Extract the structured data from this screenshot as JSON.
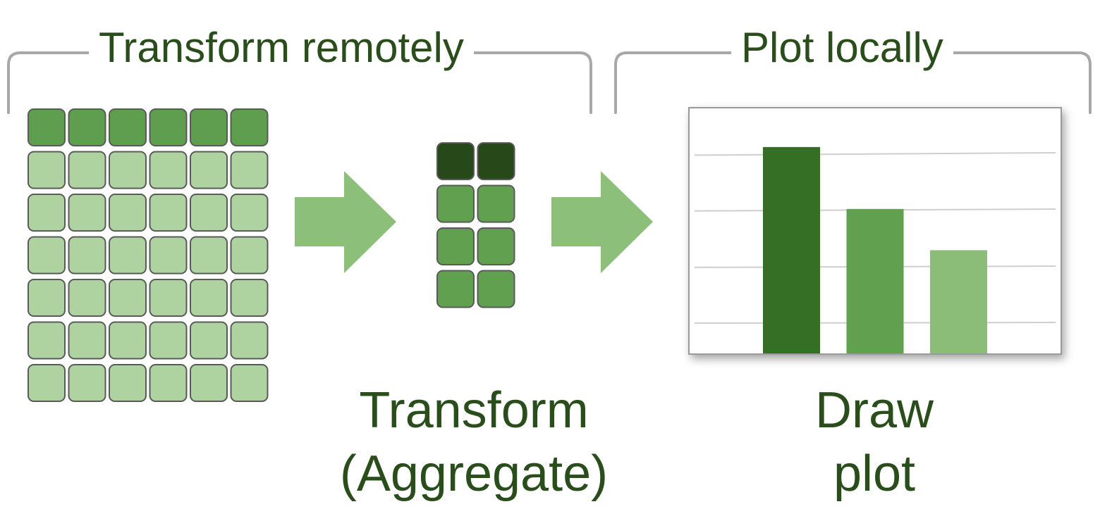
{
  "brackets": {
    "left_label": "Transform remotely",
    "right_label": "Plot locally"
  },
  "raw_table": {
    "rows": 7,
    "cols": 6,
    "header_rows": 1
  },
  "aggregated_table": {
    "rows": 4,
    "cols": 2,
    "header_rows": 1
  },
  "captions": {
    "transform_line1": "Transform",
    "transform_line2": "(Aggregate)",
    "draw_line1": "Draw",
    "draw_line2": "plot"
  },
  "colors": {
    "label_text": "#2a4d1c",
    "bracket_line": "#a8a8a8",
    "raw_header_cell": "#5f9e4f",
    "raw_body_cell": "#aed3a0",
    "agg_header_cell": "#27491a",
    "agg_body_cell": "#60a04e",
    "arrow": "#8cbf7a",
    "cell_border": "#5a5a5a",
    "grid_line": "#cfcfcf",
    "chart_border": "#9a9a9a"
  },
  "chart_data": {
    "type": "bar",
    "title": "",
    "xlabel": "",
    "ylabel": "",
    "categories": [
      "",
      "",
      ""
    ],
    "values": [
      3.0,
      2.1,
      1.5
    ],
    "ylim": [
      0,
      3.5
    ],
    "grid": true,
    "bar_colors": [
      "#356e25",
      "#60a04e",
      "#8bbd78"
    ]
  }
}
